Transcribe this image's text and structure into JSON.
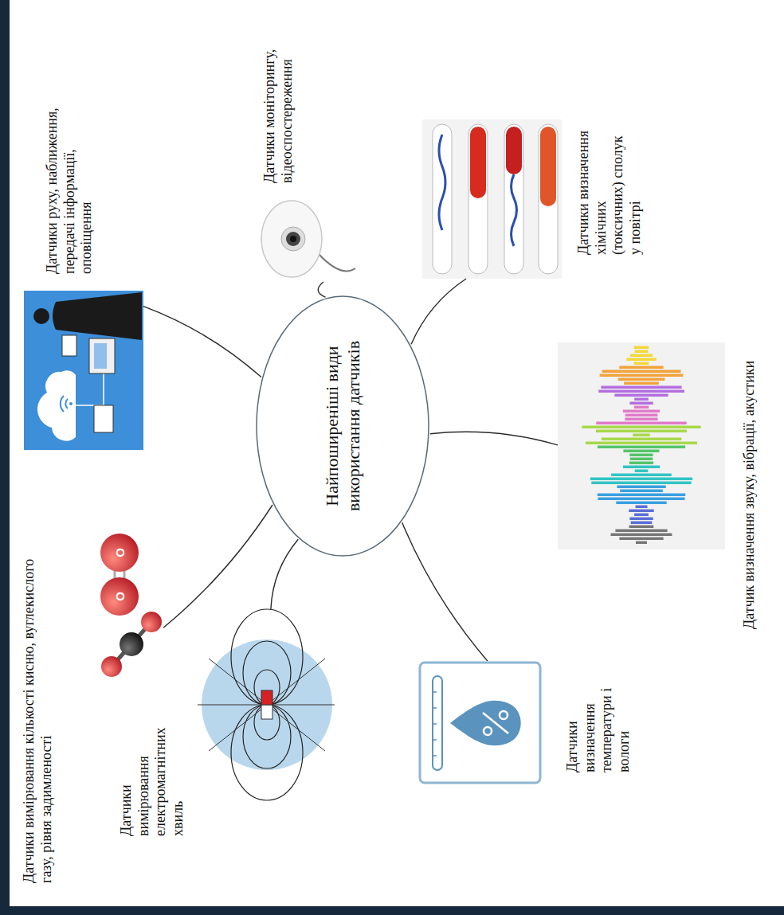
{
  "diagram": {
    "nodes": [
      {
        "text": [
          "Найпоширеніші види використання датчиків"
        ]
      },
      {
        "text": [
          "Датчики вимірювання кількості кисню, вуглекислого газу, рівня задимленості"
        ]
      },
      {
        "text": [
          "Датчики руху, наближення, передачі інформації, оповіщення"
        ]
      },
      {
        "text": [
          "Датчики моніторингу, відеоспостереження"
        ]
      },
      {
        "text": [
          "Датчики вимірювання електромагнітних хвиль"
        ]
      },
      {
        "text": [
          "Датчики визначення хімічних (токсичних) сполук у повітрі"
        ]
      },
      {
        "text": [
          "Датчики визначення температури і вологи"
        ]
      },
      {
        "text": [
          "Датчик визначення звуку, вібрації, акустики"
        ]
      }
    ],
    "edges": [
      {
        "from": 0,
        "to": 1,
        "arrow": "none"
      },
      {
        "from": 0,
        "to": 2,
        "arrow": "none"
      },
      {
        "from": 0,
        "to": 3,
        "arrow": "none"
      },
      {
        "from": 0,
        "to": 4,
        "arrow": "none"
      },
      {
        "from": 0,
        "to": 5,
        "arrow": "none"
      },
      {
        "from": 0,
        "to": 6,
        "arrow": "none"
      },
      {
        "from": 0,
        "to": 7,
        "arrow": "none"
      }
    ],
    "labels": [
      "O",
      "O"
    ]
  }
}
